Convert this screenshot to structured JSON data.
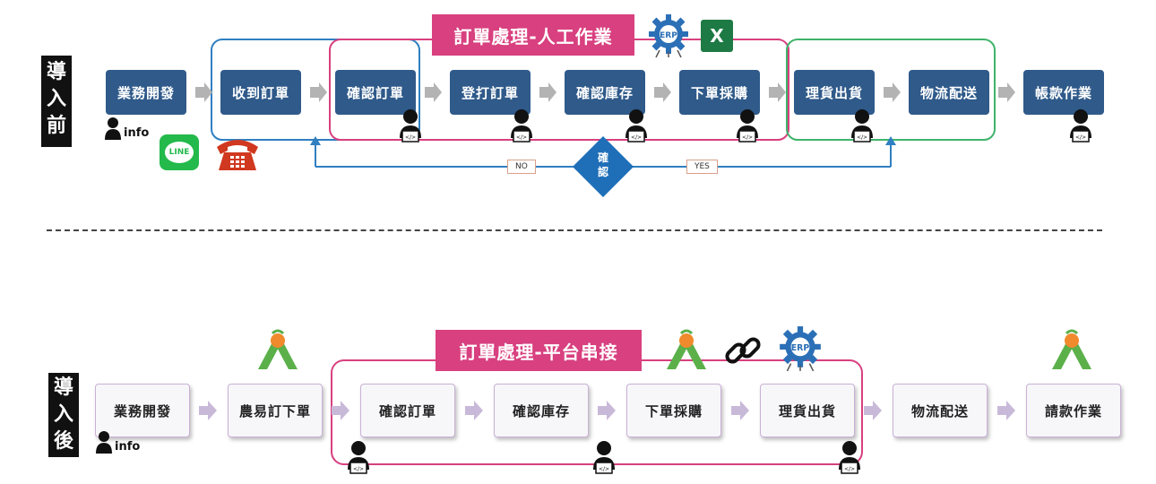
{
  "before": {
    "side_label": [
      "導",
      "入",
      "前"
    ],
    "title": "訂單處理-人工作業",
    "steps": [
      "業務開發",
      "收到訂單",
      "確認訂單",
      "登打訂單",
      "確認庫存",
      "下單採購",
      "理貨出貨",
      "物流配送",
      "帳款作業"
    ],
    "line_icon_text": "LINE",
    "erp_label": "ERP",
    "excel_label": "X",
    "decision_label": [
      "確",
      "認"
    ],
    "no_label": "NO",
    "yes_label": "YES",
    "person_tag": "info"
  },
  "after": {
    "side_label": [
      "導",
      "入",
      "後"
    ],
    "title": "訂單處理-平台串接",
    "steps": [
      "業務開發",
      "農易訂下單",
      "確認訂單",
      "確認庫存",
      "下單採購",
      "理貨出貨",
      "物流配送",
      "請款作業"
    ],
    "erp_label": "ERP",
    "person_tag": "info"
  },
  "colors": {
    "step_blue": "#2f5a8a",
    "pink": "#d8407f",
    "frame_blue": "#2f7fc1",
    "frame_green": "#3fb36a",
    "arrow_gray": "#b3b3b3",
    "arrow_lilac": "#c9b9d9"
  }
}
